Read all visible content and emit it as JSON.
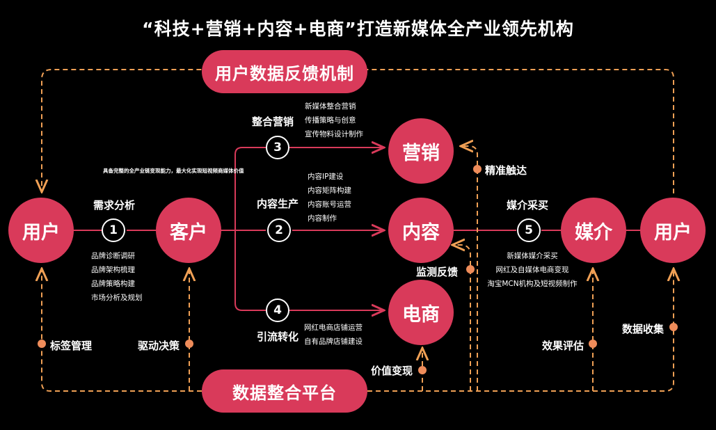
{
  "title": "“科技+营销+内容+电商”打造新媒体全产业领先机构",
  "tagline": "具备完整的全产业链变现能力，最大化实现短视频商媒体价值",
  "nodes": {
    "user_left": "用户",
    "client": "客户",
    "marketing": "营销",
    "content": "内容",
    "ecommerce": "电商",
    "media": "媒介",
    "user_right": "用户"
  },
  "top_bar": "用户数据反馈机制",
  "bottom_bar": "数据整合平台",
  "steps": [
    {
      "num": "1",
      "label": "需求分析",
      "items": [
        "品牌诊断调研",
        "品牌架构梳理",
        "品牌策略构建",
        "市场分析及规划"
      ]
    },
    {
      "num": "2",
      "label": "内容生产",
      "items": [
        "内容IP建设",
        "内容矩阵构建",
        "内容账号运营",
        "内容制作"
      ]
    },
    {
      "num": "3",
      "label": "整合营销",
      "items": [
        "新媒体整合营销",
        "传播策略与创意",
        "宣传物料设计制作"
      ]
    },
    {
      "num": "4",
      "label": "引流转化",
      "items": [
        "网红电商店铺运营",
        "自有品牌店铺建设"
      ]
    },
    {
      "num": "5",
      "label": "媒介采买",
      "items": [
        "新媒体媒介采买",
        "网红及自媒体电商变现",
        "淘宝MCN机构及短视频制作"
      ]
    }
  ],
  "feedback_labels": {
    "tag_mgmt": "标签管理",
    "drive_decision": "驱动决策",
    "value_realize": "价值变现",
    "monitor_feedback": "监测反馈",
    "precise_reach": "精准触达",
    "effect_eval": "效果评估",
    "data_collect": "数据收集"
  },
  "colors": {
    "node": "#d93a5a",
    "solid_line": "#d93a5a",
    "dashed_line": "#f0a055",
    "dot": "#ef8c5a",
    "background": "#000000"
  }
}
